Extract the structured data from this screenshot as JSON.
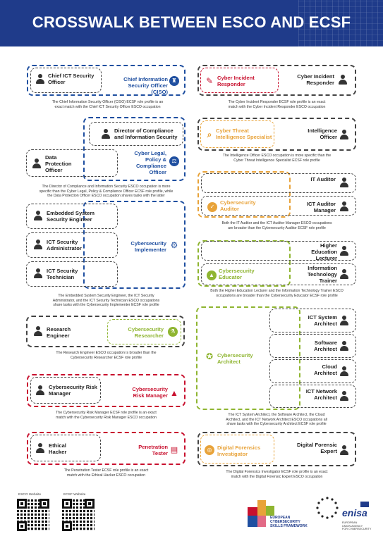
{
  "title": "CROSSWALK BETWEEN ESCO AND ECSF",
  "colors": {
    "header": "#1f3b8a",
    "blue": "#1f4fa0",
    "red": "#c8102e",
    "orange": "#e8a33a",
    "green": "#8fb531"
  },
  "left": {
    "ciso": {
      "esco": "Chief ICT Security Officer",
      "ecsf": "Chief Information Security Officer (CISO)",
      "caption": [
        "The Chief Information Security Officer (CISO) ECSF role profile is an",
        "exact match with the Chief ICT Security Officer ESCO occupation"
      ]
    },
    "legal": {
      "esco1": "Director of Compliance and Information Security",
      "esco2": "Data Protection Officer",
      "ecsf": "Cyber Legal, Policy & Compliance Officer",
      "caption": [
        "The Director of Compliance and Information Security ESCO occupation is more",
        "specific than the Cyber Legal, Policy & Compliance Officer ECSF role profile, while",
        "the Data Protection Officer ESCO occupation shares tasks with the latter"
      ]
    },
    "implementer": {
      "esco1": "Embedded System Security Engineer",
      "esco2": "ICT Security Administrator",
      "esco3": "ICT Security Technician",
      "ecsf": "Cybersecurity Implementer",
      "caption": [
        "The Embedded System Security Engineer, the ICT Security",
        "Administrator, and the ICT Security Technician ESCO occupations",
        "share tasks with the Cybersecurity Implementer ECSF role profile"
      ]
    },
    "researcher": {
      "esco": "Research Engineer",
      "ecsf": "Cybersecurity Researcher",
      "caption": [
        "The Research Engineer ESCO occupation is broader than the",
        "Cybersecurity Researcher ECSF role profile"
      ]
    },
    "risk": {
      "esco": "Cybersecurity Risk Manager",
      "ecsf": "Cybersecurity Risk Manager",
      "caption": [
        "The Cybersecurity Risk Manager ECSF role profile is an exact",
        "match with the Cybersecurity Risk Manager ESCO occupation"
      ]
    },
    "pentest": {
      "esco": "Ethical Hacker",
      "ecsf": "Penetration Tester",
      "caption": [
        "The Penetration Tester ECSF role profile is an exact",
        "match with the Ethical Hacker ESCO occupation"
      ]
    }
  },
  "right": {
    "incident": {
      "esco": "Cyber Incident Responder",
      "ecsf": "Cyber Incident Responder",
      "caption": [
        "The Cyber Incident Responder ECSF role profile is an exact",
        "match with the Cyber Incident Responder ESCO occupation"
      ]
    },
    "threat": {
      "esco": "Intelligence Officer",
      "ecsf": "Cyber Threat Intelligence Specialist",
      "caption": [
        "The Intelligence Officer ESCO occupation is more specific than the",
        "Cyber Threat Intelligence Specialist ECSF role profile"
      ]
    },
    "auditor": {
      "esco1": "IT Auditor",
      "esco2": "ICT Auditor Manager",
      "ecsf": "Cybersecurity Auditor",
      "caption": [
        "Both the IT Auditor and the ICT Auditor Manager ESCO occupations",
        "are broader than the Cybersecurity Auditor ECSF role profile"
      ]
    },
    "educator": {
      "esco1": "Higher Education Lecturer",
      "esco2": "Information Technology Trainer",
      "ecsf": "Cybersecurity Educator",
      "caption": [
        "Both the Higher Education Lecturer and the Information Technology Trainer ESCO",
        "occupations are broader than the Cybersecurity Educator ECSF role profile"
      ]
    },
    "architect": {
      "esco1": "ICT System Architect",
      "esco2": "Software Architect",
      "esco3": "Cloud Architect",
      "esco4": "ICT Network Architect",
      "ecsf": "Cybersecurity Architect",
      "caption": [
        "The ICT System Architect, the Software Architect, the Cloud",
        "Architect, and the ICT Network Architect ESCO occupations all",
        "share tasks with the Cybersecurity Architect ECSF role profile"
      ]
    },
    "forensic": {
      "esco": "Digital Forensic Expert",
      "ecsf": "Digital Forensics Investigator",
      "caption": [
        "The Digital Forensics Investigator ECSF role profile is an exact",
        "match with the Digital Forensic Expert ESCO occupation"
      ]
    }
  },
  "footer": {
    "esco_website": "ESCO Website",
    "ecsf_website": "ECSF Website",
    "ecsf_logo": [
      "EUROPEAN",
      "CYBERSECURITY",
      "SKILLS FRAMEWORK"
    ],
    "enisa": "enisa",
    "enisa_sub": [
      "EUROPEAN",
      "UNION AGENCY",
      "FOR CYBERSECURITY"
    ]
  }
}
